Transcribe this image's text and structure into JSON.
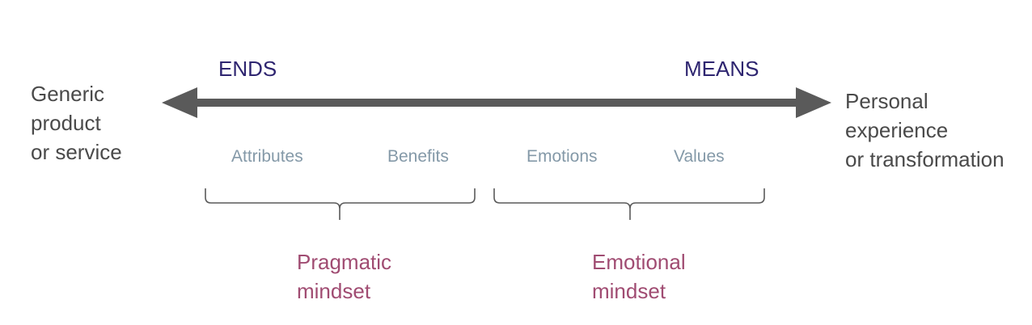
{
  "left_end": {
    "lines": [
      "Generic",
      "product",
      "or service"
    ]
  },
  "right_end": {
    "lines": [
      "Personal",
      "experience",
      "or transformation"
    ]
  },
  "headings": {
    "ends": "ENDS",
    "means": "MEANS"
  },
  "stages": [
    "Attributes",
    "Benefits",
    "Emotions",
    "Values"
  ],
  "groups": [
    {
      "lines": [
        "Pragmatic",
        "mindset"
      ]
    },
    {
      "lines": [
        "Emotional",
        "mindset"
      ]
    }
  ],
  "colors": {
    "arrow": "#5a5a5a",
    "end_text": "#4a4a4a",
    "heading_text": "#2e2570",
    "stage_text": "#8499a8",
    "bracket": "#5a5a5a",
    "mindset_text": "#a04c72"
  }
}
